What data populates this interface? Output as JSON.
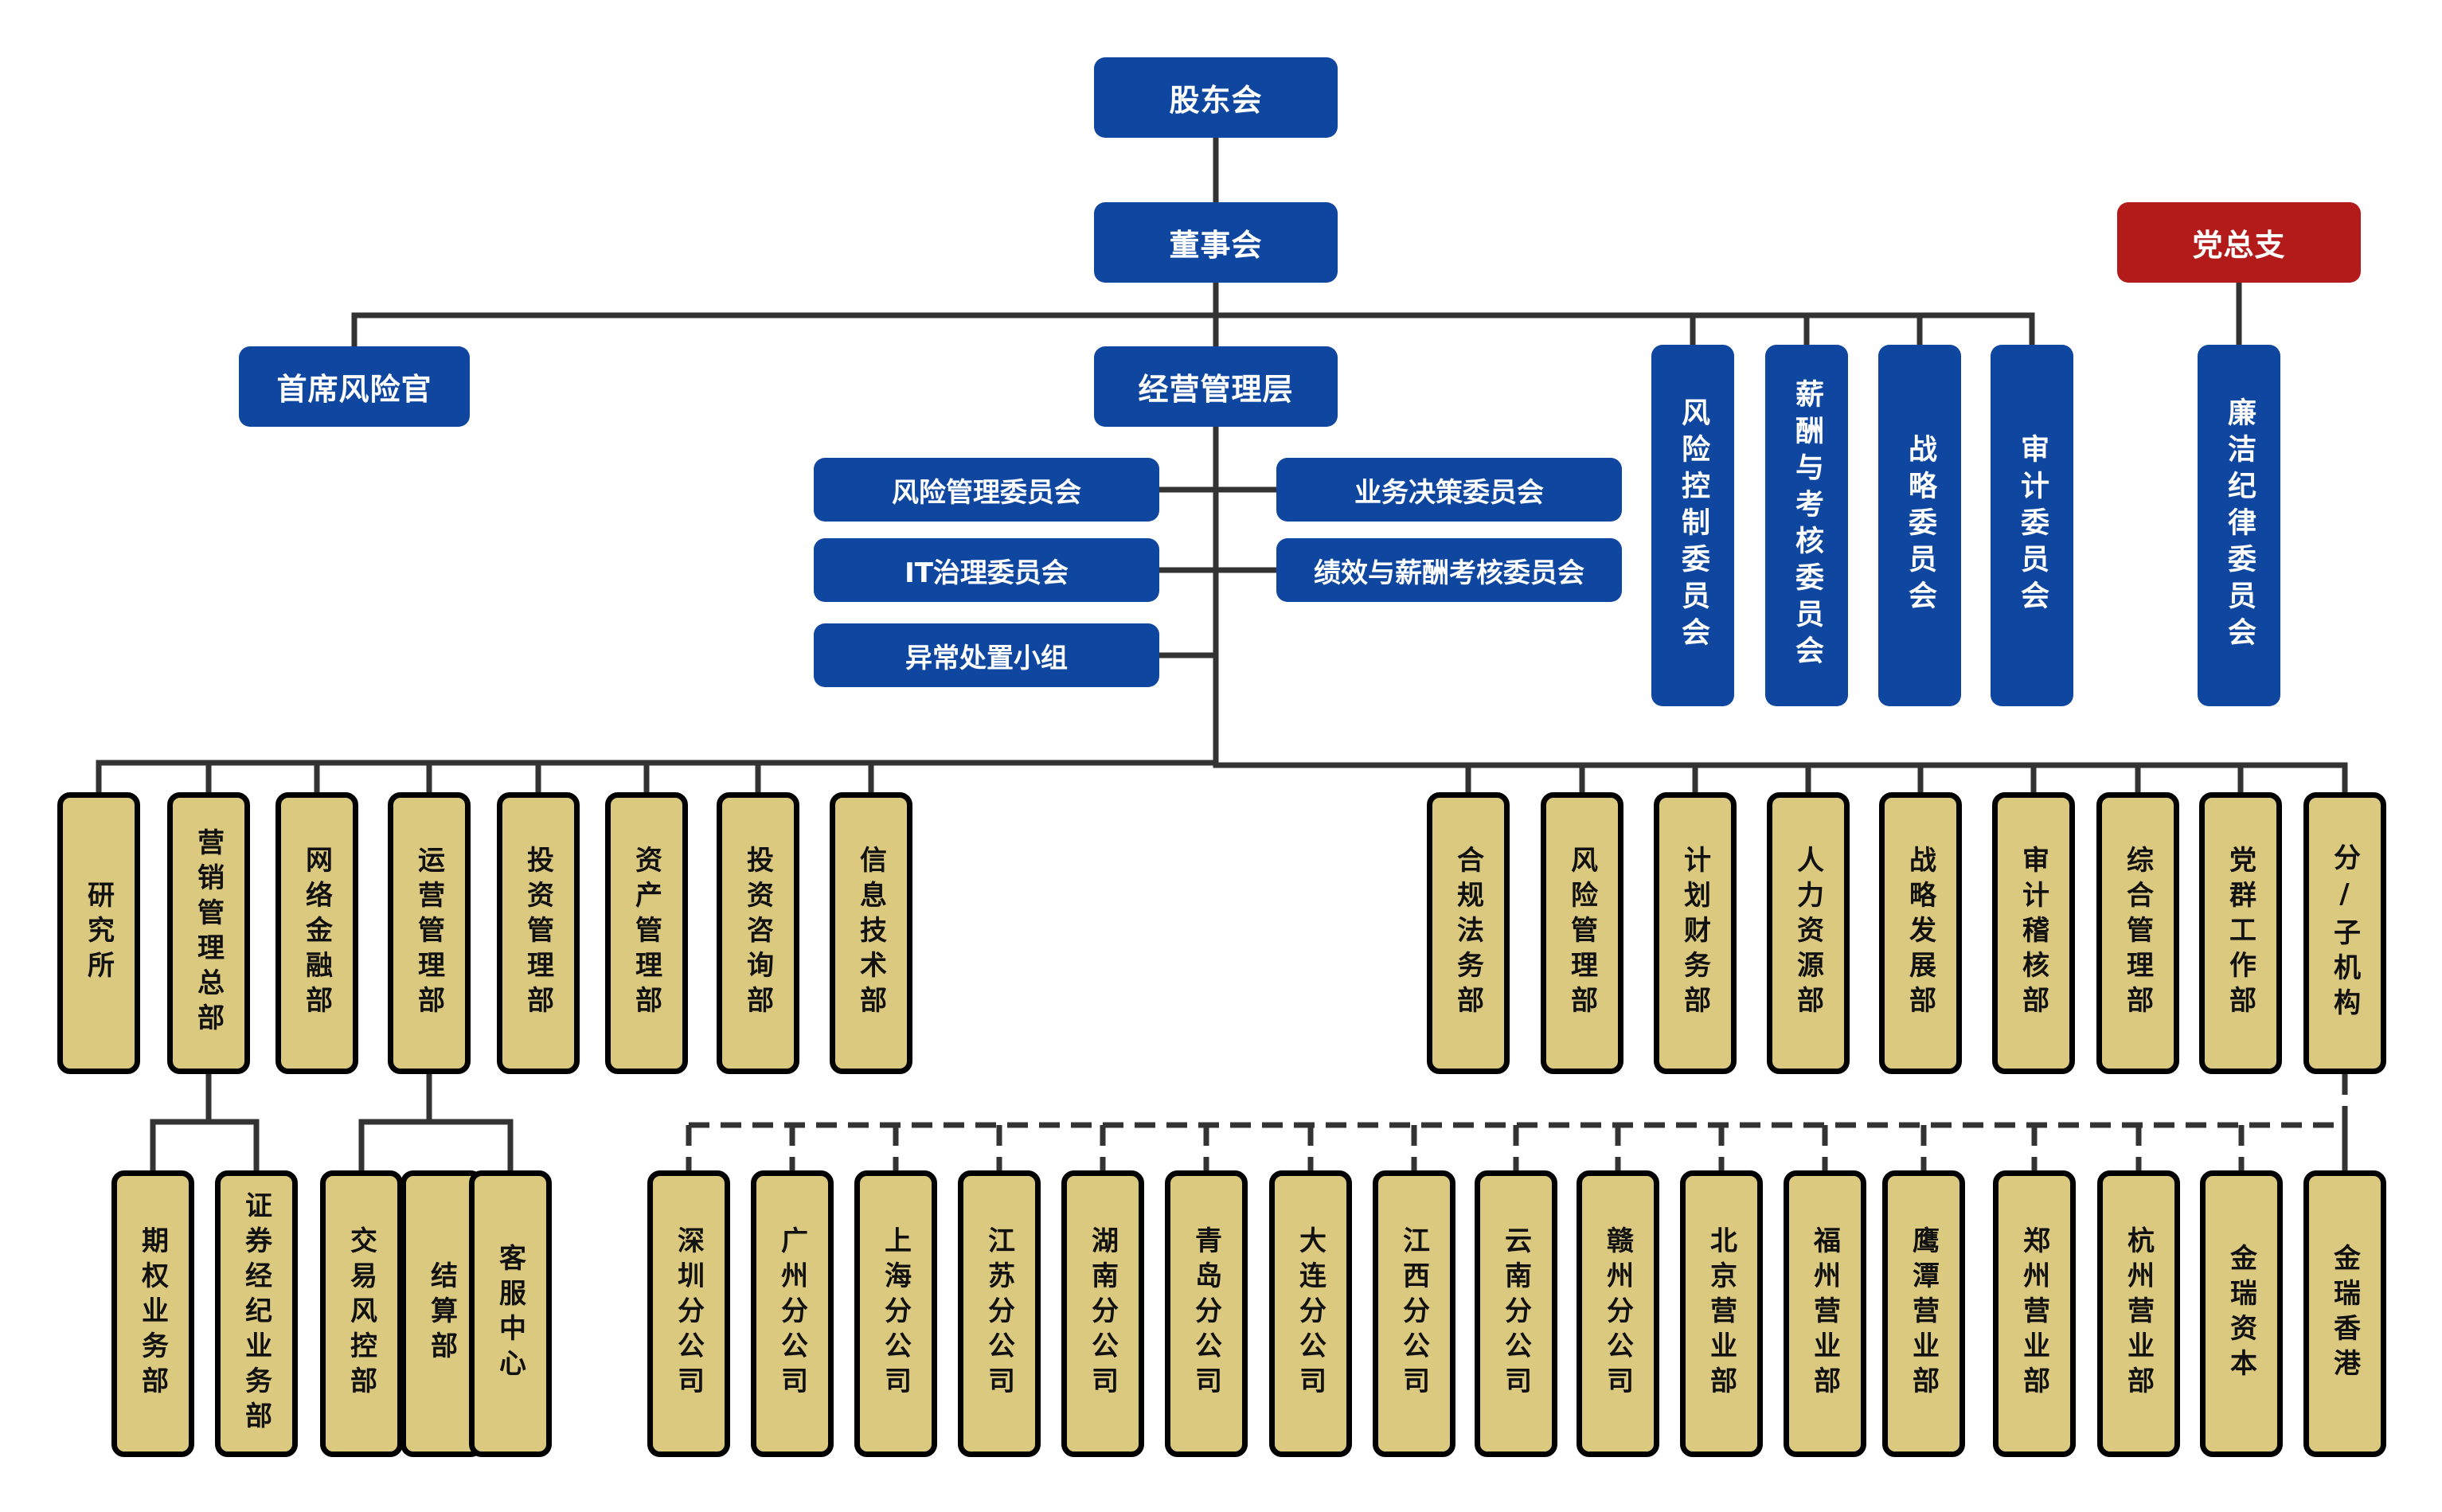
{
  "title": "公司组织架构图",
  "colors": {
    "governance_blue": "#0f47a0",
    "party_red": "#b31b1b",
    "department_gold": "#dbc97f",
    "connector": "#333333"
  },
  "governance": {
    "shareholders": "股东会",
    "board": "董事会",
    "cro": "首席风险官",
    "management": "经营管理层",
    "party_branch": "党总支"
  },
  "board_committees": [
    "风险控制委员会",
    "薪酬与考核委员会",
    "战略委员会",
    "审计委员会"
  ],
  "party_committee": "廉洁纪律委员会",
  "management_committees": {
    "left": [
      "风险管理委员会",
      "IT治理委员会",
      "异常处置小组"
    ],
    "right": [
      "业务决策委员会",
      "绩效与薪酬考核委员会"
    ]
  },
  "business_departments": [
    "研究所",
    "营销管理总部",
    "网络金融部",
    "运营管理部",
    "投资管理部",
    "资产管理部",
    "投资咨询部",
    "信息技术部"
  ],
  "support_departments": [
    "合规法务部",
    "风险管理部",
    "计划财务部",
    "人力资源部",
    "战略发展部",
    "审计稽核部",
    "综合管理部",
    "党群工作部",
    "分/子机构"
  ],
  "marketing_sub": [
    "期权业务部",
    "证券经纪业务部"
  ],
  "operations_sub": [
    "交易风控部",
    "结算部",
    "客服中心"
  ],
  "branches": [
    "深圳分公司",
    "广州分公司",
    "上海分公司",
    "江苏分公司",
    "湖南分公司",
    "青岛分公司",
    "大连分公司",
    "江西分公司",
    "云南分公司",
    "赣州分公司",
    "北京营业部",
    "福州营业部",
    "鹰潭营业部",
    "郑州营业部",
    "杭州营业部",
    "金瑞资本",
    "金瑞香港"
  ]
}
